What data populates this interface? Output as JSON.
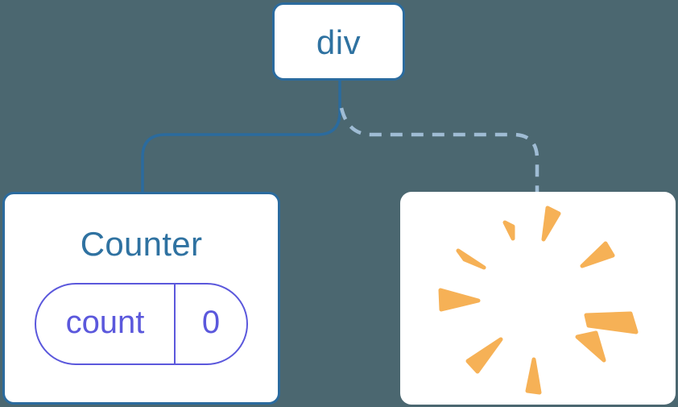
{
  "tree": {
    "root": {
      "label": "div"
    },
    "counter": {
      "title": "Counter",
      "state_key": "count",
      "state_value": "0",
      "link_style": "solid"
    },
    "removed": {
      "icon": "poof-icon",
      "link_style": "dashed"
    }
  },
  "colors": {
    "background": "#4b6770",
    "node_background": "#ffffff",
    "node_border": "#2b6b9e",
    "node_text": "#2f72a1",
    "solid_link": "#2b6b9e",
    "dashed_link": "#9fbcd4",
    "state_accent": "#5b58dc",
    "poof_orange": "#f6b156"
  }
}
